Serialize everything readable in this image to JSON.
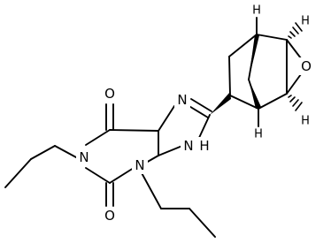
{
  "atoms": {
    "O6": "O",
    "O2": "O",
    "N1": "N",
    "N3": "N",
    "N7": "N",
    "N9": "N",
    "H9": "H",
    "O_epoxide": "O",
    "H_top_left": "H",
    "H_top_right": "H",
    "H_bottom_left": "H",
    "H_bottom_right": "H"
  }
}
